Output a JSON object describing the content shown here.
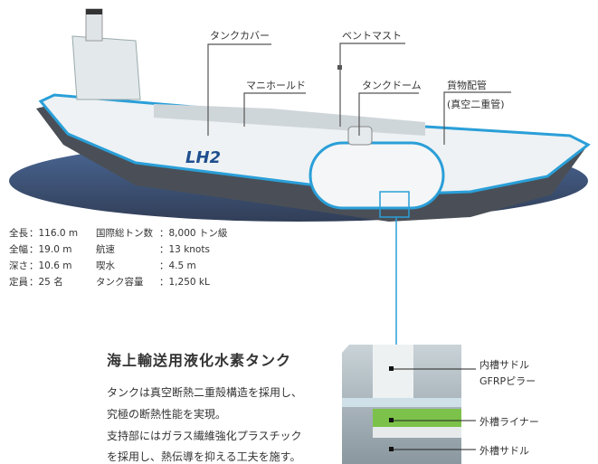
{
  "ship": {
    "hull_text": "LH2",
    "labels": {
      "tank_cover": "タンクカバー",
      "vent_mast": "ベントマスト",
      "manifold": "マニホールド",
      "tank_dome": "タンクドーム",
      "cargo_pipe": "貨物配管",
      "cargo_pipe_sub": "(真空二重管)"
    }
  },
  "specs": [
    {
      "k1": "全長",
      "v1": "：116.0 m",
      "k2": "国際総トン数",
      "v2": "：8,000 トン級"
    },
    {
      "k1": "全幅",
      "v1": "：19.0 m",
      "k2": "航速",
      "v2": "：13 knots"
    },
    {
      "k1": "深さ",
      "v1": "：10.6 m",
      "k2": "喫水",
      "v2": "：4.5 m"
    },
    {
      "k1": "定員",
      "v1": "：25 名",
      "k2": "タンク容量",
      "v2": "：1,250 kL"
    }
  ],
  "section": {
    "title": "海上輸送用液化水素タンク",
    "lines": [
      "タンクは真空断熱二重殻構造を採用し、",
      "究極の断熱性能を実現。",
      "支持部にはガラス繊維強化プラスチック",
      "を採用し、熱伝導を抑える工夫を施す。"
    ]
  },
  "detail": {
    "inner_saddle": "内槽サドル",
    "gfrp_pillar": "GFRPピラー",
    "outer_liner": "外槽ライナー",
    "outer_saddle": "外槽サドル"
  },
  "colors": {
    "accent": "#2a9fd8",
    "liner": "#7cc24a",
    "hull": "#4a4f57"
  }
}
